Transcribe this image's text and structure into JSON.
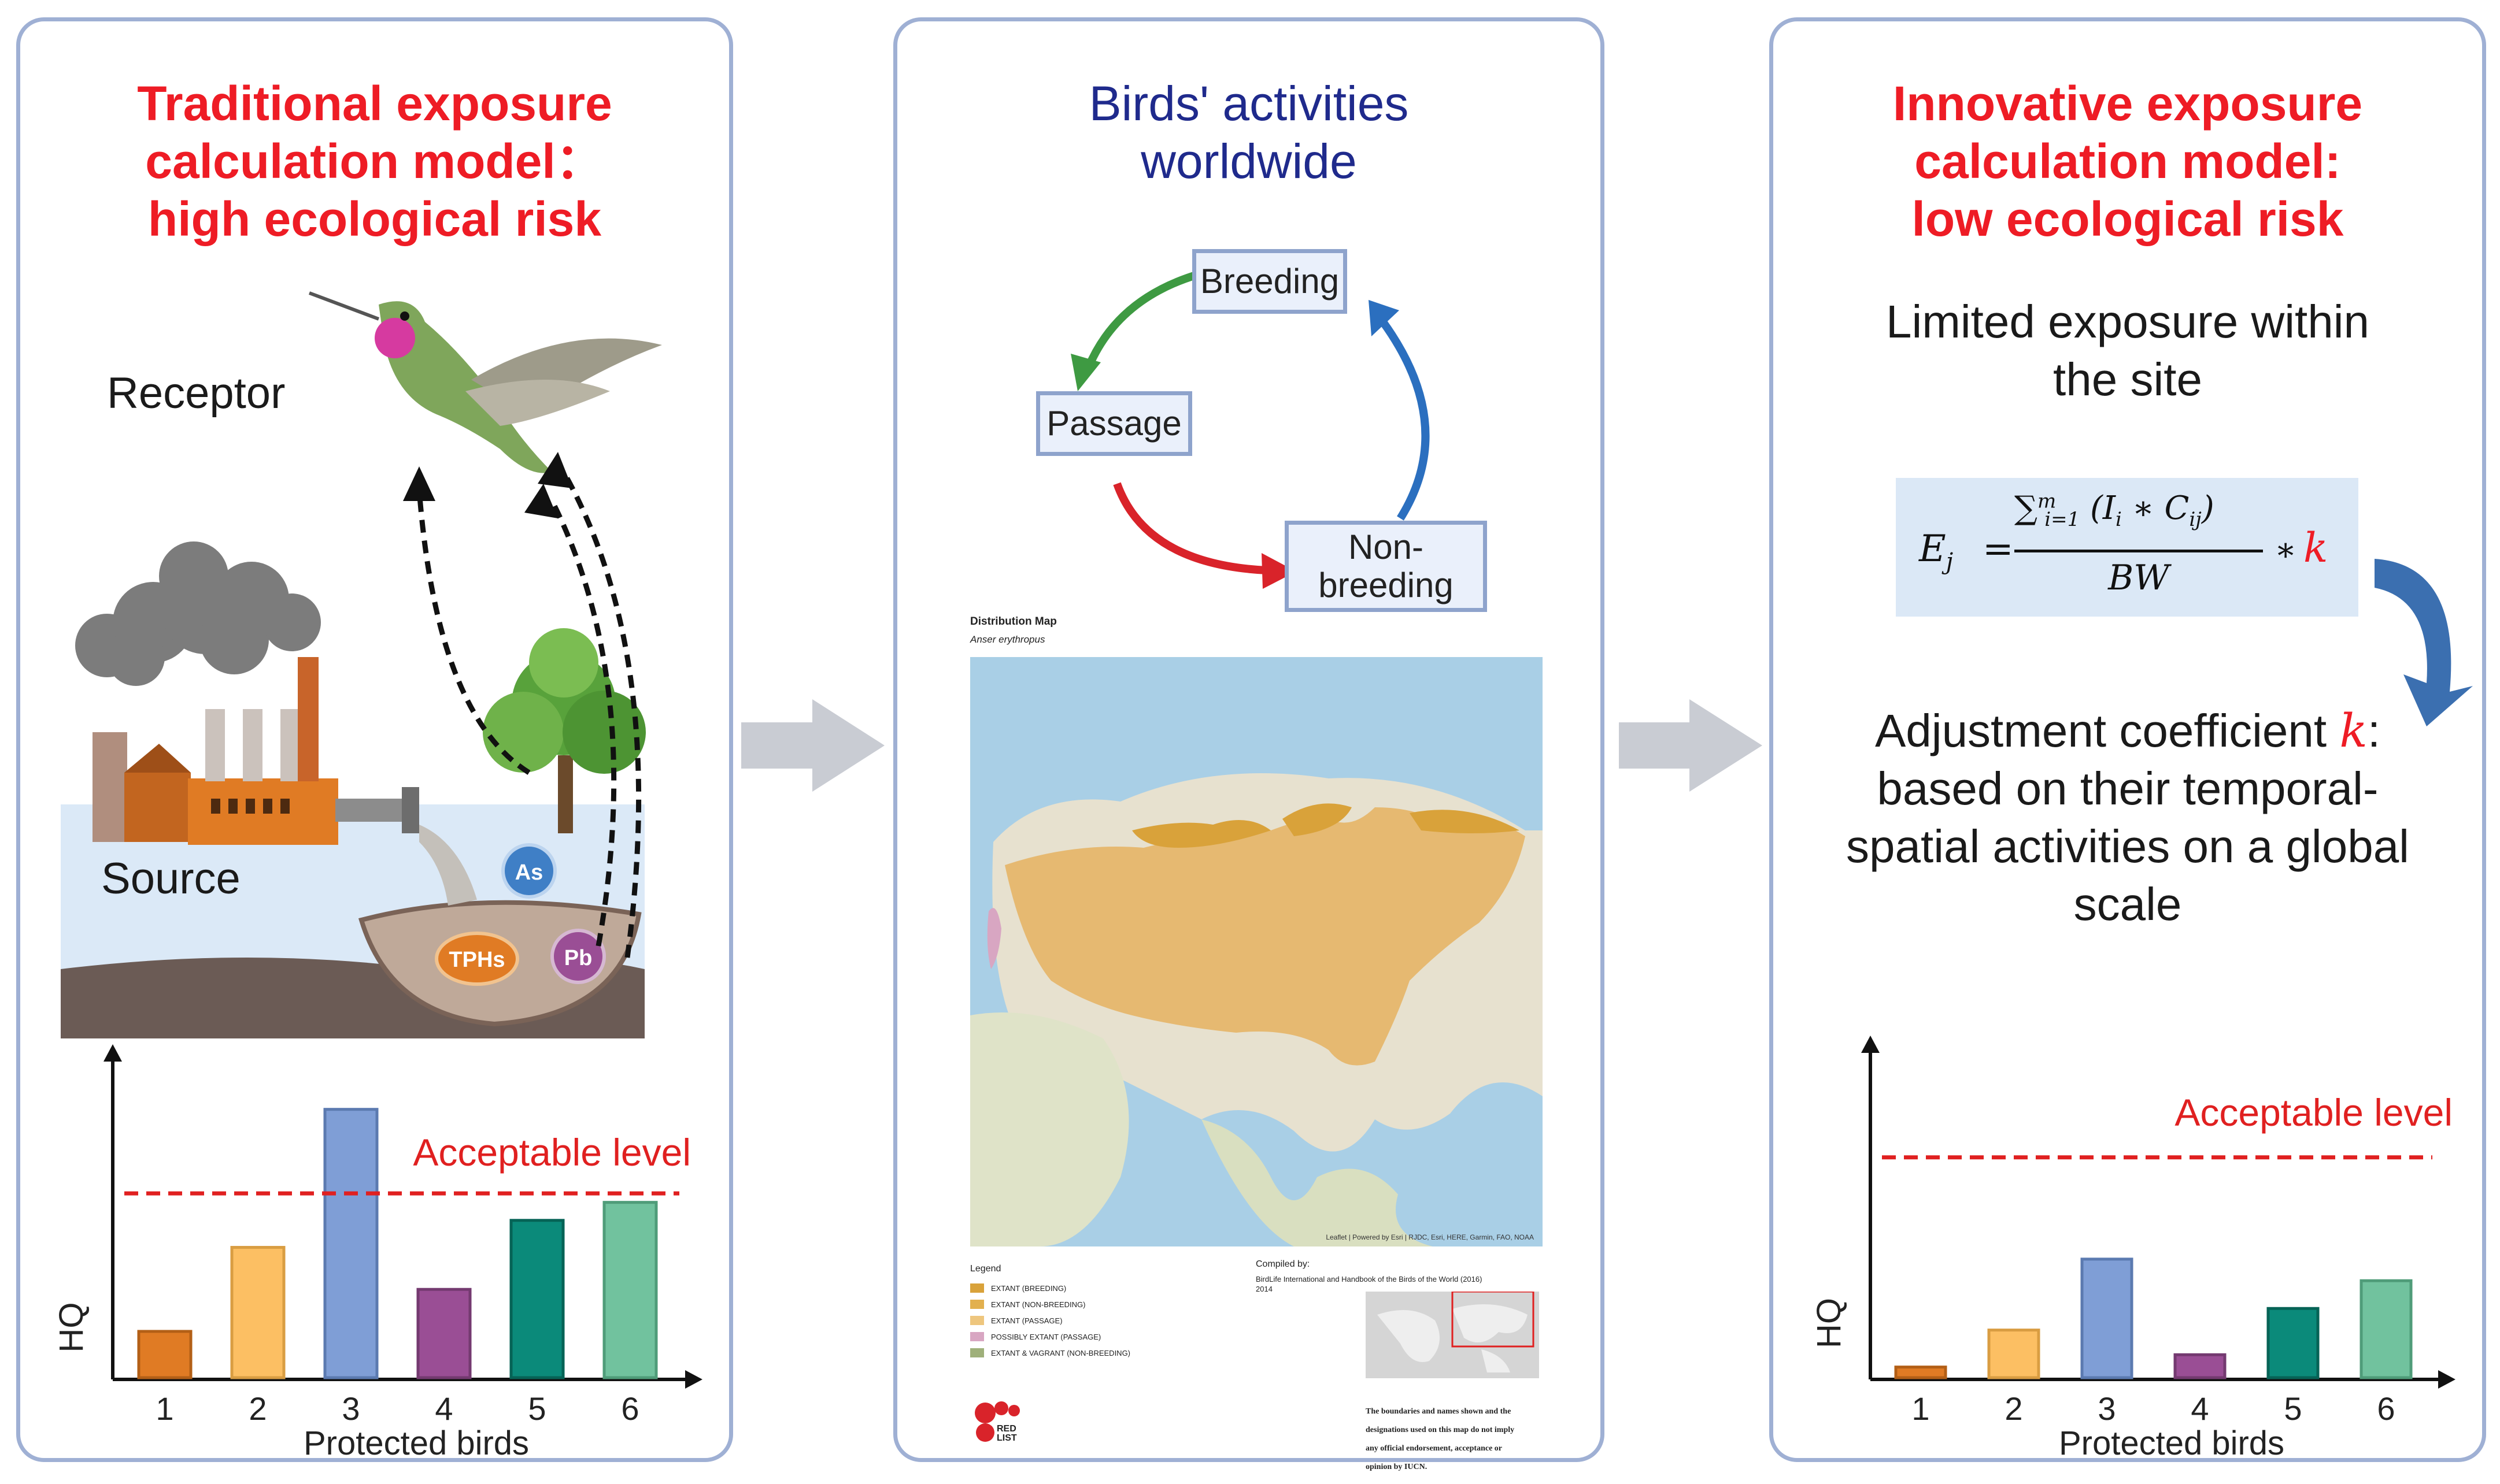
{
  "colors": {
    "red": "#ee1c25",
    "blue": "#1f2a8c",
    "bar1": "#e07b24",
    "bar2": "#fcbf63",
    "bar3": "#7f9ed6",
    "bar4": "#9a4e95",
    "bar5": "#0b8a7a",
    "bar6": "#71c29e"
  },
  "panel1": {
    "title": [
      "Traditional exposure",
      "calculation model：",
      "high ecological risk"
    ],
    "receptor": "Receptor",
    "source": "Source",
    "badge_as": "As",
    "badge_tph": "TPHs",
    "badge_pb": "Pb"
  },
  "panel2": {
    "title": [
      "Birds' activities",
      "worldwide"
    ],
    "cycle": {
      "breeding": "Breeding",
      "passage": "Passage",
      "nonbreeding": [
        "Non-",
        "breeding"
      ]
    },
    "map": {
      "heading": "Distribution Map",
      "species": "Anser erythropus",
      "attribution": "Leaflet | Powered by Esri | RJDC, Esri, HERE, Garmin, FAO, NOAA",
      "legend_title": "Legend",
      "legend": [
        "EXTANT (BREEDING)",
        "EXTANT (NON-BREEDING)",
        "EXTANT (PASSAGE)",
        "POSSIBLY EXTANT (PASSAGE)",
        "EXTANT & VAGRANT (NON-BREEDING)"
      ],
      "legend_colors": [
        "#d9a23a",
        "#e2b04e",
        "#eec67e",
        "#d8a6c2",
        "#9fb07a"
      ],
      "compiled_title": "Compiled by:",
      "compiled": [
        "BirdLife International and Handbook of the Birds of the World (2016)",
        "2014"
      ],
      "disclaimer": [
        "The boundaries and names shown and the",
        "designations used on this map do not imply",
        "any official endorsement, acceptance or",
        "opinion by IUCN."
      ],
      "logo": "RED LIST"
    }
  },
  "panel3": {
    "title": [
      "Innovative exposure",
      "calculation model:",
      "low ecological risk"
    ],
    "limited": [
      "Limited exposure within",
      "the site"
    ],
    "formula": {
      "lhs": "E",
      "lhs_sub": "j",
      "equals": "=",
      "sum": "∑",
      "sum_sup": "m",
      "sum_sub": "i=1",
      "numer_rest": "(I",
      "i_sub": "i",
      "times": " ∗ C",
      "ij_sub": "ij",
      "close": ")",
      "denom": "BW",
      "mult": "∗",
      "k": "k"
    },
    "adjust": [
      "Adjustment coefficient ",
      ":",
      "based on their temporal-",
      "spatial activities on a global",
      "scale"
    ],
    "adjust_k": "k"
  },
  "chart_data": [
    {
      "type": "bar",
      "categories": [
        "1",
        "2",
        "3",
        "4",
        "5",
        "6"
      ],
      "values": [
        1.6,
        4.4,
        9.0,
        3.0,
        5.3,
        5.9
      ],
      "xlabel": "Protected birds",
      "ylabel": "HQ",
      "ylim": [
        0,
        10.4
      ],
      "threshold": {
        "label": "Acceptable level",
        "value": 6.2
      },
      "grid": false
    },
    {
      "type": "bar",
      "categories": [
        "1",
        "2",
        "3",
        "4",
        "5",
        "6"
      ],
      "values": [
        0.4,
        1.6,
        3.9,
        0.8,
        2.3,
        3.2
      ],
      "xlabel": "Protected birds",
      "ylabel": "HQ",
      "ylim": [
        0,
        10.4
      ],
      "threshold": {
        "label": "Acceptable level",
        "value": 7.2
      },
      "grid": false
    }
  ]
}
